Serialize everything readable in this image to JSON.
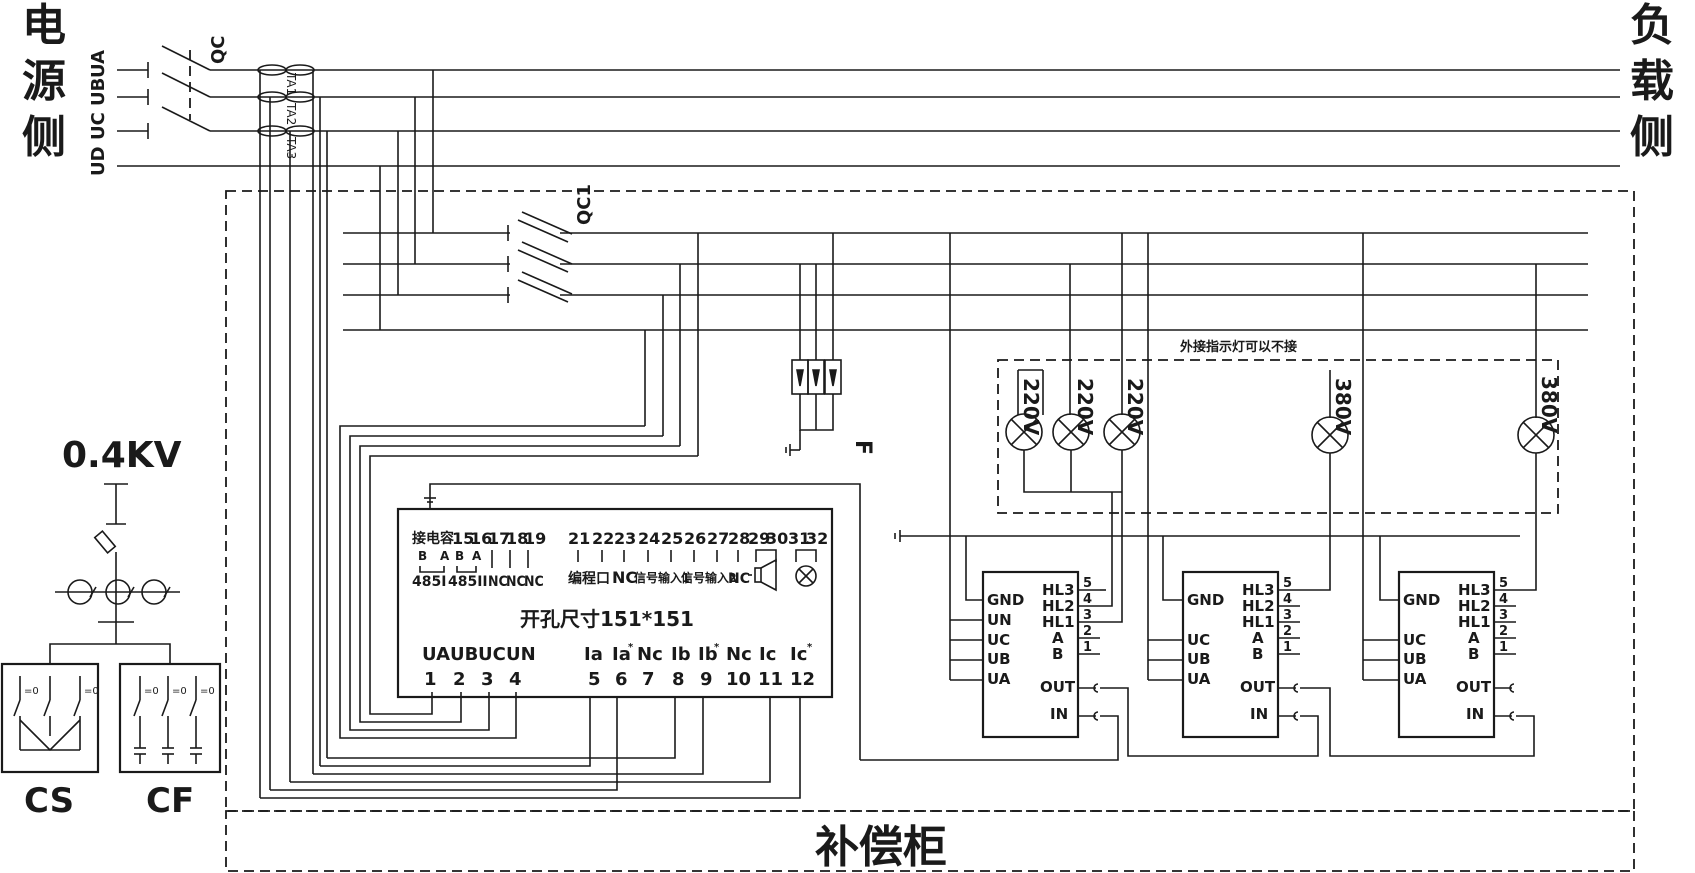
{
  "labels": {
    "source_side": [
      "电",
      "源",
      "侧"
    ],
    "load_side": [
      "负",
      "载",
      "侧"
    ],
    "phases": [
      "UA",
      "UB",
      "UC",
      "UD"
    ],
    "qc": "QC",
    "qc1": "QC1",
    "ta": [
      "TA1",
      "TA2",
      "TA3"
    ],
    "voltage": "0.4KV",
    "cs": "CS",
    "cf": "CF",
    "cabinet": "补偿柜",
    "fuse_label": "F",
    "indicator_note": "外接指示灯可以不接",
    "lamp_220": "220V",
    "lamp_380": "380V",
    "switch_mark": "=0"
  },
  "controller": {
    "top_numbers": [
      "15",
      "16",
      "17",
      "18",
      "19"
    ],
    "top_left_label": "接电容",
    "ab_marks": [
      "B",
      "A",
      "B",
      "A"
    ],
    "bottom_left": [
      "485I",
      "485II",
      "NC",
      "NC",
      "NC"
    ],
    "right_numbers": [
      "21",
      "22",
      "23",
      "24",
      "25",
      "26",
      "27",
      "28",
      "29",
      "30",
      "31",
      "32"
    ],
    "right_labels": [
      "编程口",
      "NC",
      "信号输入1",
      "信号输入2",
      "NC"
    ],
    "size": "开孔尺寸151*151",
    "terminals_top": [
      "UA",
      "UB",
      "UC",
      "UN",
      "Ia",
      "Ia",
      "Nc",
      "Ib",
      "Ib",
      "Nc",
      "Ic",
      "Ic"
    ],
    "terminals_num": [
      "1",
      "2",
      "3",
      "4",
      "5",
      "6",
      "7",
      "8",
      "9",
      "10",
      "11",
      "12"
    ],
    "star_mark": "*"
  },
  "modules": [
    {
      "left_pins": [
        "GND",
        "UN",
        "UC",
        "UB",
        "UA"
      ],
      "right_pins": [
        "HL3",
        "HL2",
        "HL1",
        "A",
        "B",
        "OUT",
        "IN"
      ],
      "numbers": [
        "5",
        "4",
        "3",
        "2",
        "1"
      ]
    },
    {
      "left_pins": [
        "GND",
        "UC",
        "UB",
        "UA"
      ],
      "right_pins": [
        "HL3",
        "HL2",
        "HL1",
        "A",
        "B",
        "OUT",
        "IN"
      ],
      "numbers": [
        "5",
        "4",
        "3",
        "2",
        "1"
      ]
    },
    {
      "left_pins": [
        "GND",
        "UC",
        "UB",
        "UA"
      ],
      "right_pins": [
        "HL3",
        "HL2",
        "HL1",
        "A",
        "B",
        "OUT",
        "IN"
      ],
      "numbers": [
        "5",
        "4",
        "3",
        "2",
        "1"
      ]
    }
  ]
}
